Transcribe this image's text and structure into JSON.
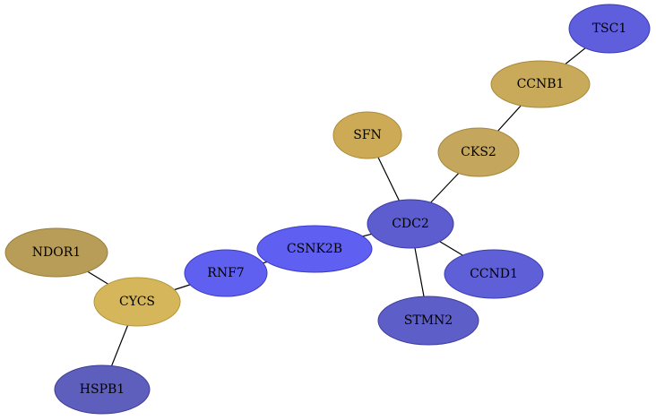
{
  "graph": {
    "nodes": [
      {
        "id": "TSC1",
        "label": "TSC1",
        "fill": "#5f5fdd",
        "stroke": "#3b3bb6"
      },
      {
        "id": "CCNB1",
        "label": "CCNB1",
        "fill": "#c9aa5a",
        "stroke": "#a88a38"
      },
      {
        "id": "SFN",
        "label": "SFN",
        "fill": "#cdaa55",
        "stroke": "#ad8a35"
      },
      {
        "id": "CKS2",
        "label": "CKS2",
        "fill": "#c4a75c",
        "stroke": "#a4873c"
      },
      {
        "id": "CDC2",
        "label": "CDC2",
        "fill": "#5d5dd0",
        "stroke": "#3b3ba8"
      },
      {
        "id": "CSNK2B",
        "label": "CSNK2B",
        "fill": "#5f5ff2",
        "stroke": "#3c3cc8"
      },
      {
        "id": "NDOR1",
        "label": "NDOR1",
        "fill": "#b89d58",
        "stroke": "#987e3a"
      },
      {
        "id": "RNF7",
        "label": "RNF7",
        "fill": "#6060f0",
        "stroke": "#3c3cc4"
      },
      {
        "id": "CCND1",
        "label": "CCND1",
        "fill": "#5f5fd8",
        "stroke": "#3c3cb0"
      },
      {
        "id": "CYCS",
        "label": "CYCS",
        "fill": "#d6b65a",
        "stroke": "#b6963a"
      },
      {
        "id": "STMN2",
        "label": "STMN2",
        "fill": "#5e5ec8",
        "stroke": "#3c3ca0"
      },
      {
        "id": "HSPB1",
        "label": "HSPB1",
        "fill": "#5e5ebc",
        "stroke": "#3c3c98"
      }
    ],
    "edges": [
      [
        "TSC1",
        "CCNB1"
      ],
      [
        "CCNB1",
        "CKS2"
      ],
      [
        "CKS2",
        "CDC2"
      ],
      [
        "SFN",
        "CDC2"
      ],
      [
        "CDC2",
        "CSNK2B"
      ],
      [
        "CDC2",
        "CCND1"
      ],
      [
        "CDC2",
        "STMN2"
      ],
      [
        "CSNK2B",
        "RNF7"
      ],
      [
        "RNF7",
        "CYCS"
      ],
      [
        "NDOR1",
        "CYCS"
      ],
      [
        "CYCS",
        "HSPB1"
      ]
    ]
  }
}
